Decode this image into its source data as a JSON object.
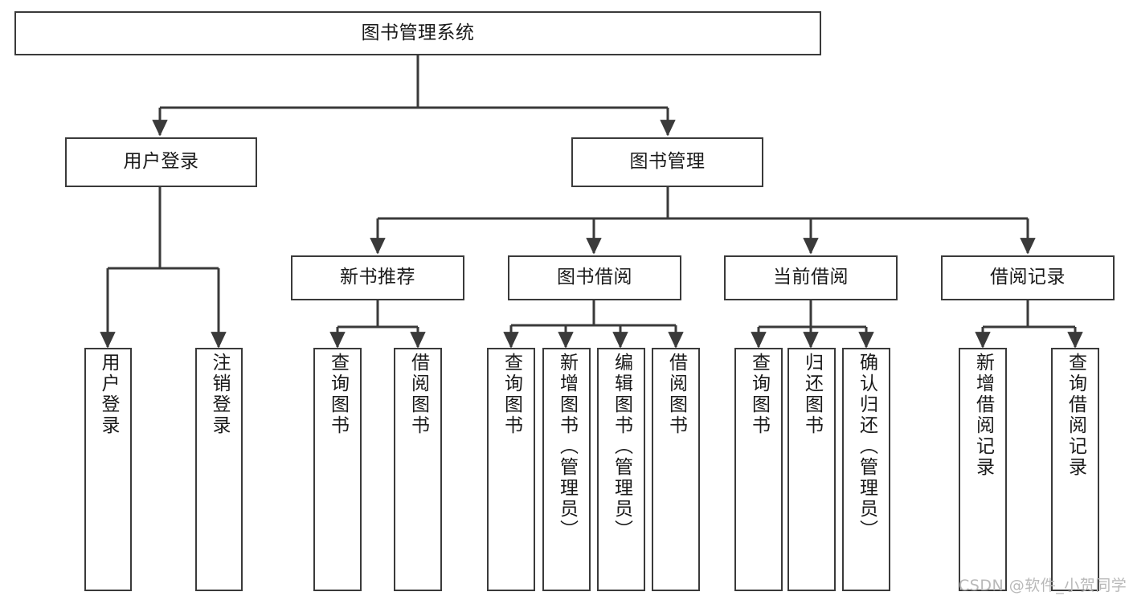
{
  "diagram": {
    "type": "tree-hierarchy-chart",
    "title": "图书管理系统",
    "colors": {
      "stroke": "#3a3a3a",
      "fill": "#ffffff",
      "text": "#1a1a1a",
      "watermark": "#b9b9b9"
    },
    "nodes": {
      "root": {
        "label": "图书管理系统"
      },
      "level2": [
        {
          "id": "user-login",
          "label": "用户登录"
        },
        {
          "id": "book-management",
          "label": "图书管理"
        }
      ],
      "level3": [
        {
          "id": "new-book-recommend",
          "label": "新书推荐"
        },
        {
          "id": "book-borrow",
          "label": "图书借阅"
        },
        {
          "id": "current-borrow",
          "label": "当前借阅"
        },
        {
          "id": "borrow-record",
          "label": "借阅记录"
        }
      ],
      "leaves": {
        "user-login": [
          {
            "id": "user-login-leaf",
            "label": "用户登录"
          },
          {
            "id": "user-logout-leaf",
            "label": "注销登录"
          }
        ],
        "new-book-recommend": [
          {
            "id": "query-book-1",
            "label": "查询图书"
          },
          {
            "id": "borrow-book-1",
            "label": "借阅图书"
          }
        ],
        "book-borrow": [
          {
            "id": "query-book-2",
            "label": "查询图书"
          },
          {
            "id": "add-book-admin",
            "label": "新增图书（管理员）"
          },
          {
            "id": "edit-book-admin",
            "label": "编辑图书（管理员）"
          },
          {
            "id": "borrow-book-2",
            "label": "借阅图书"
          }
        ],
        "current-borrow": [
          {
            "id": "query-book-3",
            "label": "查询图书"
          },
          {
            "id": "return-book",
            "label": "归还图书"
          },
          {
            "id": "confirm-return-admin",
            "label": "确认归还（管理员）"
          }
        ],
        "borrow-record": [
          {
            "id": "add-borrow-record",
            "label": "新增借阅记录"
          },
          {
            "id": "query-borrow-record",
            "label": "查询借阅记录"
          }
        ]
      }
    },
    "watermark": "CSDN @软件_小贺同学"
  }
}
